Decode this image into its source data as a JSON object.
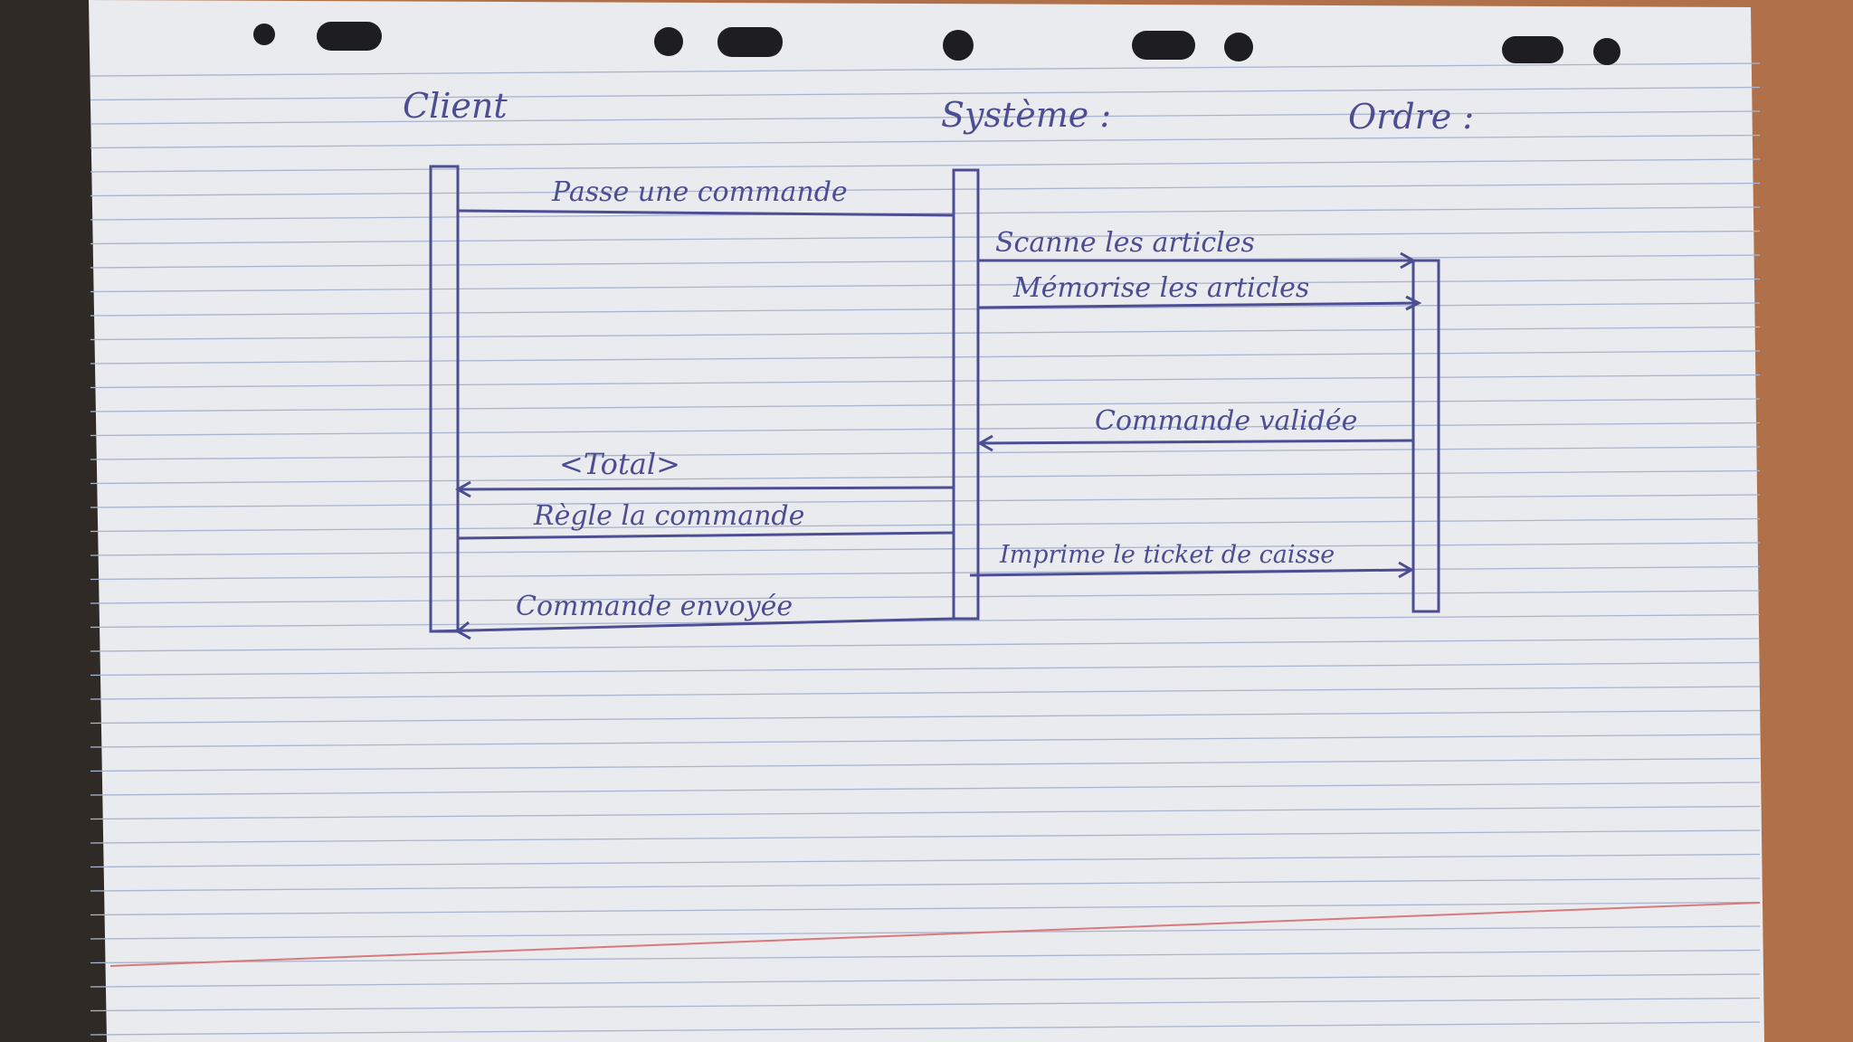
{
  "diagram": {
    "type": "sequence",
    "participants": [
      {
        "id": "client",
        "label": "Client"
      },
      {
        "id": "system",
        "label": "Système :"
      },
      {
        "id": "ordre",
        "label": "Ordre :"
      }
    ],
    "messages": [
      {
        "id": "m1",
        "from": "client",
        "to": "system",
        "label": "Passe une commande"
      },
      {
        "id": "m2",
        "from": "system",
        "to": "ordre",
        "label": "Scanne les articles"
      },
      {
        "id": "m3",
        "from": "system",
        "to": "ordre",
        "label": "Mémorise les articles"
      },
      {
        "id": "m4",
        "from": "ordre",
        "to": "system",
        "label": "Commande validée"
      },
      {
        "id": "m5",
        "from": "system",
        "to": "client",
        "label": "<Total>"
      },
      {
        "id": "m6",
        "from": "client",
        "to": "system",
        "label": "Règle la commande"
      },
      {
        "id": "m7",
        "from": "system",
        "to": "ordre",
        "label": "Imprime le ticket de caisse"
      },
      {
        "id": "m8",
        "from": "system",
        "to": "client",
        "label": "Commande envoyée"
      }
    ]
  },
  "colors": {
    "ink": "#4c4d93",
    "paper": "#e9ebee",
    "rule": "#a9b4cf",
    "margin_line": "#d9797c",
    "desk": "#b0714a"
  }
}
